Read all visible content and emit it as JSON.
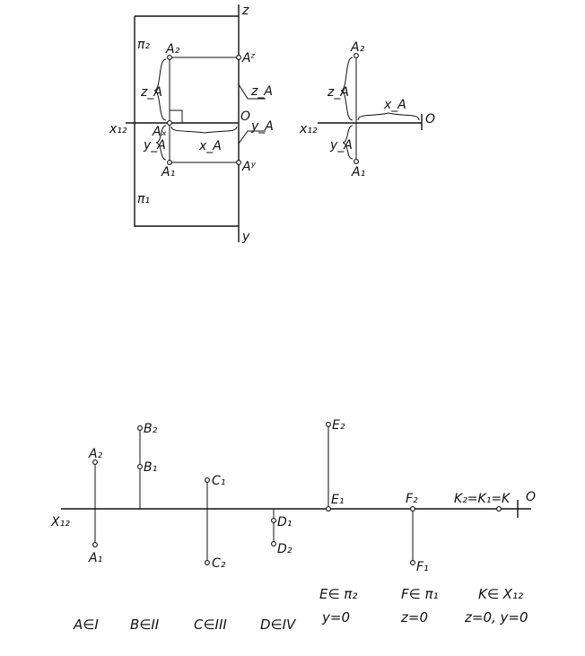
{
  "top_diagram": {
    "labels": {
      "z": "z",
      "y": "y",
      "pi2": "π₂",
      "pi1": "π₁",
      "A2": "A₂",
      "A1": "A₁",
      "Az": "Aᶻ",
      "Ay": "Aʸ",
      "Ax": "Aₓ",
      "O": "O",
      "x12": "x₁₂",
      "zA_left": "z_A",
      "zA_right": "z_A",
      "yA_left": "y_A",
      "yA_right": "y_A",
      "xA": "x_A"
    }
  },
  "right_diagram": {
    "labels": {
      "A2": "A₂",
      "A1": "A₁",
      "zA": "z_A",
      "yA": "y_A",
      "xA": "x_A",
      "O": "O",
      "x12": "x₁₂"
    }
  },
  "bottom_diagram": {
    "axis_label": "X₁₂",
    "origin_label": "O",
    "points": {
      "A2": "A₂",
      "A1": "A₁",
      "B2": "B₂",
      "B1": "B₁",
      "C1": "C₁",
      "C2": "C₂",
      "D1": "D₁",
      "D2": "D₂",
      "E2": "E₂",
      "E1": "E₁",
      "F2": "F₂",
      "F1": "F₁",
      "K": "K₂=K₁=K"
    },
    "captions": {
      "A": "A∈I",
      "B": "B∈II",
      "C": "C∈III",
      "D": "D∈IV",
      "E1": "E∈ π₂",
      "E2": "y=0",
      "F1": "F∈ π₁",
      "F2": "z=0",
      "K1": "K∈ X₁₂",
      "K2": "z=0,  y=0"
    }
  }
}
